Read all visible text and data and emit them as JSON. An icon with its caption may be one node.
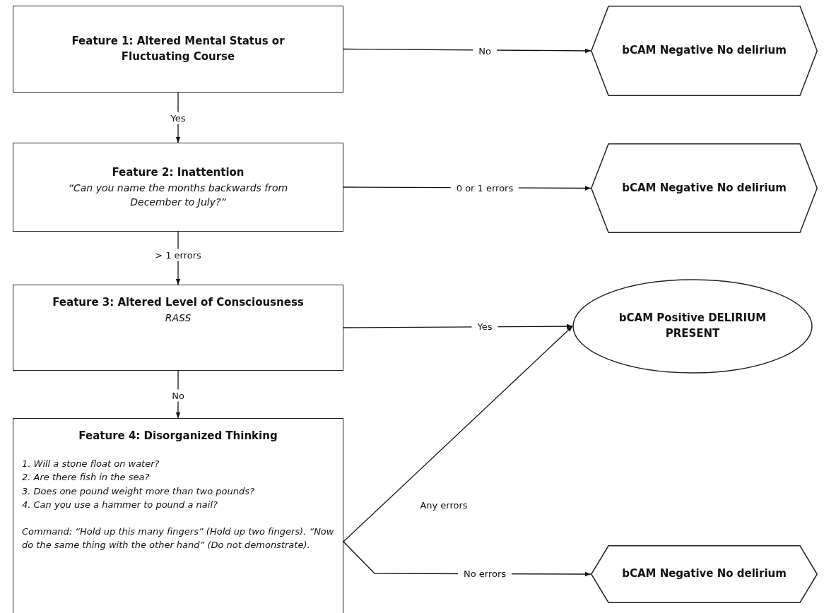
{
  "diagram": {
    "nodes": [
      {
        "text": [
          "Feature 1: Altered Mental Status or Fluctuating Course"
        ]
      },
      {
        "text": [
          "bCAM Negative No delirium"
        ]
      },
      {
        "text": [
          "Feature 2: Inattention",
          "“Can you name the months backwards from December to July?”"
        ]
      },
      {
        "text": [
          "bCAM Negative No delirium"
        ]
      },
      {
        "text": [
          "Feature 3: Altered Level of Consciousness",
          "RASS"
        ]
      },
      {
        "text": [
          "bCAM Positive DELIRIUM PRESENT"
        ]
      },
      {
        "text": [
          "Feature 4: Disorganized Thinking",
          "1. Will a stone float on water?",
          "2. Are there fish in the sea?",
          "3. Does one pound weight more than two pounds?",
          "4. Can you use a hammer to pound a nail?",
          "Command: “Hold up this many fingers” (Hold up two fingers).  “Now do the same thing with the other hand” (Do not demonstrate)."
        ]
      },
      {
        "text": [
          "bCAM Negative No delirium"
        ]
      }
    ],
    "edges": [
      {
        "from": 0,
        "to": 1,
        "arrow": "to",
        "label": "No"
      },
      {
        "from": 0,
        "to": 2,
        "arrow": "to",
        "label": "Yes"
      },
      {
        "from": 2,
        "to": 3,
        "arrow": "to",
        "label": "0 or 1 errors"
      },
      {
        "from": 2,
        "to": 4,
        "arrow": "to",
        "label": "> 1 errors"
      },
      {
        "from": 4,
        "to": 5,
        "arrow": "to",
        "label": "Yes"
      },
      {
        "from": 4,
        "to": 6,
        "arrow": "to",
        "label": "No"
      },
      {
        "from": 6,
        "to": 5,
        "arrow": "to",
        "label": "Any errors"
      },
      {
        "from": 6,
        "to": 7,
        "arrow": "to",
        "label": "No errors"
      }
    ]
  }
}
